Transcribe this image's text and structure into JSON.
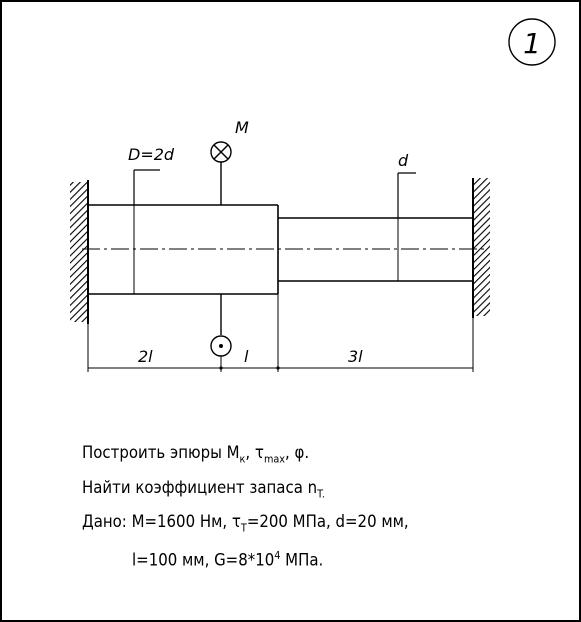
{
  "problem_number": "1",
  "labels": {
    "moment": "M",
    "diameter_large": "D=2d",
    "diameter_small": "d",
    "length_left": "2l",
    "length_mid": "l",
    "length_right": "3l"
  },
  "task": {
    "line1": {
      "text": "Построить эпюры M",
      "sub1": "к",
      "mid": ", τ",
      "sub2": "max",
      "end": ", φ."
    },
    "line2": {
      "text": "Найти коэффициент запаса n",
      "sub": "T."
    },
    "line3": {
      "part1": "Дано: M=1600 Нм, τ",
      "sub": "T",
      "part2": "=200 МПа, d=20 мм,"
    },
    "line4": {
      "part1": "l=100 мм, G=8*10",
      "sup": "4",
      "part2": " МПа."
    }
  }
}
